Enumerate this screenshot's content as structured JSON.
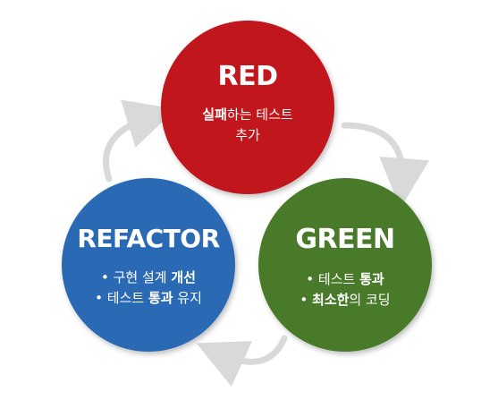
{
  "colors": {
    "red": "#c0121c",
    "green": "#4a7a2c",
    "blue": "#2c6bb5",
    "arrow": "#d9d9d9"
  },
  "red": {
    "title": "RED",
    "line1_bold": "실패",
    "line1_rest": "하는 테스트",
    "line2": "추가"
  },
  "green": {
    "title": "GREEN",
    "item1_plain": "• 테스트 ",
    "item1_bold": "통과",
    "item2_bullet": "• ",
    "item2_bold": "최소한",
    "item2_rest": "의 코딩"
  },
  "blue": {
    "title": "REFACTOR",
    "item1_plain": "• 구현 설계 ",
    "item1_bold": "개선",
    "item2_plain": "• 테스트 ",
    "item2_bold": "통과",
    "item2_rest": " 유지"
  }
}
